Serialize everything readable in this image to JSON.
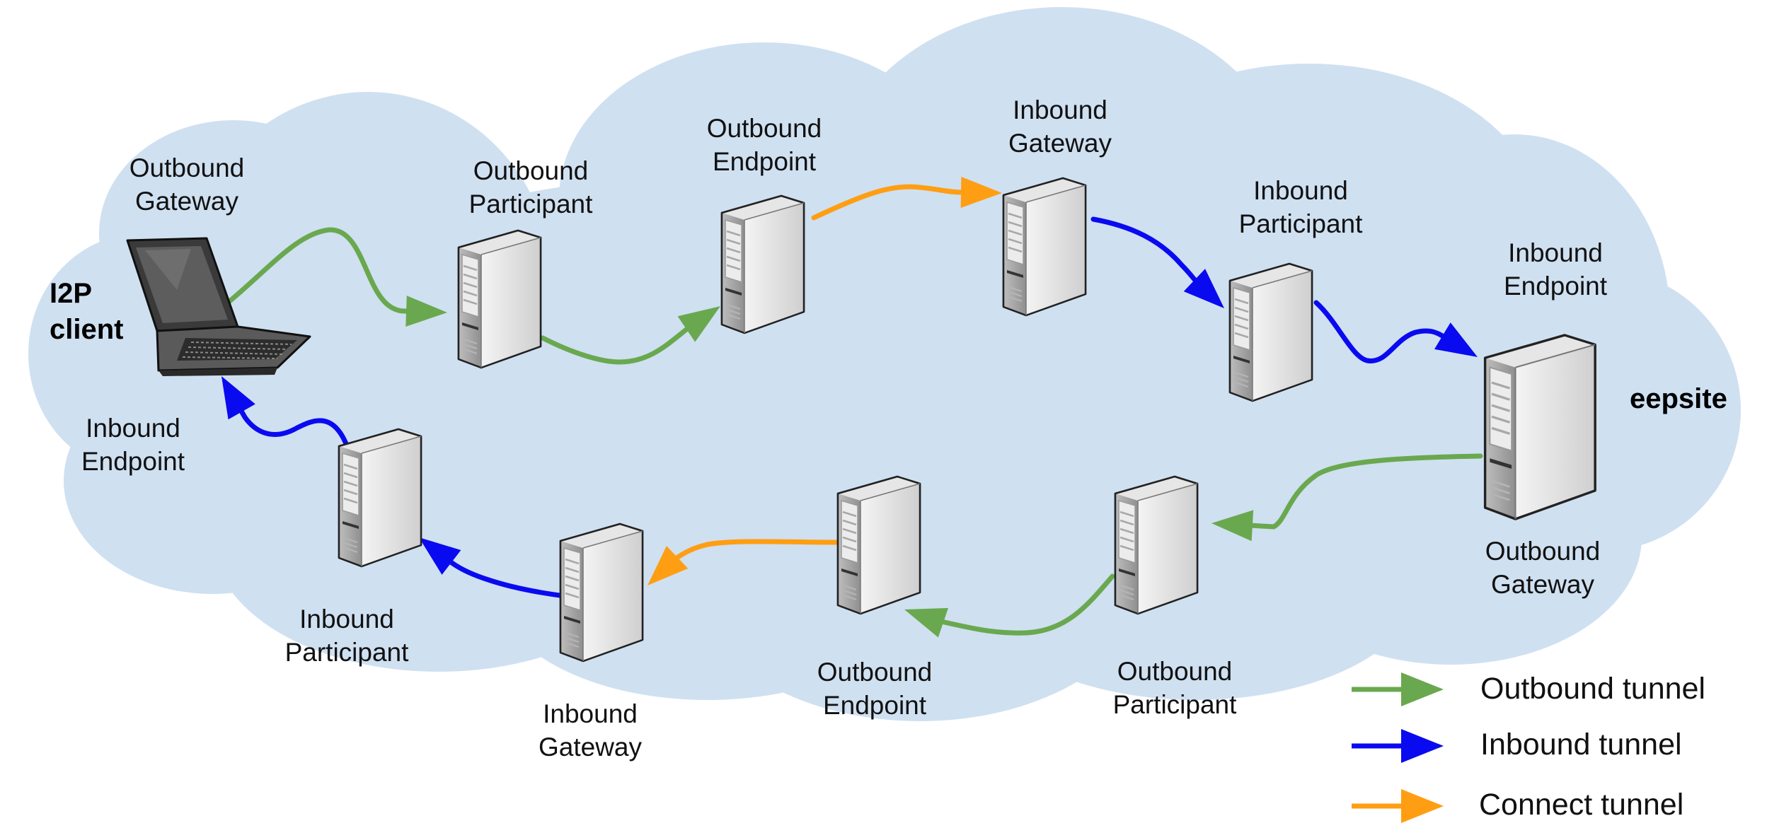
{
  "colors": {
    "cloud": "#cfe0f1",
    "outbound": "#6aa84f",
    "inbound": "#0a0af0",
    "connect": "#ff9e12"
  },
  "client": {
    "name_line1": "I2P",
    "name_line2": "client",
    "icon": "laptop-icon"
  },
  "eepsite": {
    "name": "eepsite",
    "icon": "server-icon"
  },
  "nodes": [
    {
      "line1": "Outbound",
      "line2": "Gateway"
    },
    {
      "line1": "Outbound",
      "line2": "Participant"
    },
    {
      "line1": "Outbound",
      "line2": "Endpoint"
    },
    {
      "line1": "Inbound",
      "line2": "Gateway"
    },
    {
      "line1": "Inbound",
      "line2": "Participant"
    },
    {
      "line1": "Inbound",
      "line2": "Endpoint"
    },
    {
      "line1": "Outbound",
      "line2": "Gateway"
    },
    {
      "line1": "Outbound",
      "line2": "Participant"
    },
    {
      "line1": "Outbound",
      "line2": "Endpoint"
    },
    {
      "line1": "Inbound",
      "line2": "Gateway"
    },
    {
      "line1": "Inbound",
      "line2": "Participant"
    },
    {
      "line1": "Inbound",
      "line2": "Endpoint"
    }
  ],
  "legend": [
    {
      "label": "Outbound tunnel",
      "color": "#6aa84f"
    },
    {
      "label": "Inbound tunnel",
      "color": "#0a0af0"
    },
    {
      "label": "Connect tunnel",
      "color": "#ff9e12"
    }
  ]
}
